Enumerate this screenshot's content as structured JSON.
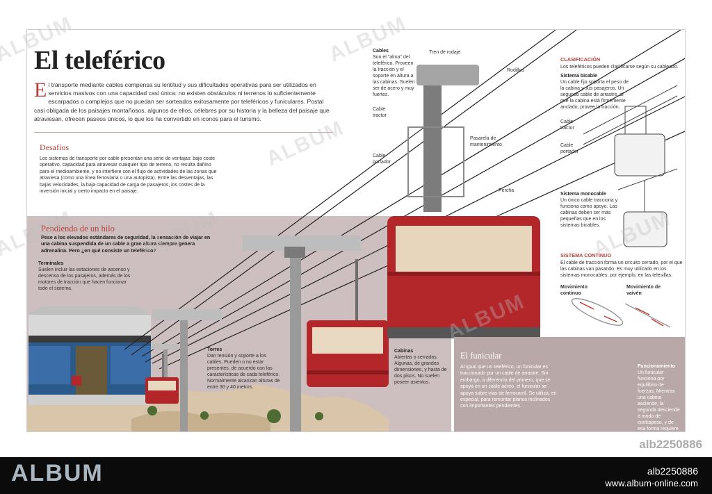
{
  "title": "El teleférico",
  "intro": {
    "dropcap": "E",
    "text": "l transporte mediante cables compensa su lentitud y sus dificultades operativas para ser utilizados en servicios masivos con una capacidad casi única: no existen obstáculos ni terrenos lo suficientemente escarpados o complejos que no puedan ser sorteados exitosamente por teleféricos y funiculares. Postal casi obligada de los paisajes montañosos, algunos de ellos, célebres por su historia y la belleza del paisaje que atraviesan, ofrecen paseos únicos, lo que los ha convertido en iconos para el turismo."
  },
  "desafios": {
    "heading": "Desafíos",
    "text": "Los sistemas de transporte por cable presentan una serie de ventajas: bajo coste operativo, capacidad para atravesar cualquier tipo de terreno, no resulta dañino para el medioambiente, y no interfiere con el flujo de actividades de las zonas que atraviesa (como una línea ferroviaria o una autopista). Entre las desventajas, las bajas velocidades, la baja capacidad de carga de pasajeros, los costes de la inversión inicial y cierto impacto en el paisaje."
  },
  "hilo": {
    "heading": "Pendiendo de un hilo",
    "text": "Pese a los elevados estándares de seguridad, la sensación de viajar en una cabina suspendida de un cable a gran altura siempre genera adrenalina. Pero ¿en qué consiste un teleférico?"
  },
  "labels": {
    "cables_title": "Cables",
    "cables_text": "Son el \"alma\" del teleférico. Proveen la tracción y el soporte en altura a las cabinas. Suelen ser de acero y muy fuertes.",
    "tren_rodaje": "Tren de rodaje",
    "rodillos": "Rodillos",
    "cable_tractor": "Cable tractor",
    "cable_portador": "Cable portador",
    "pasarela": "Pasarela de mantenimiento",
    "percha": "Percha",
    "terminales_title": "Terminales",
    "terminales_text": "Suelen incluir las estaciones de ascenso y descenso de los pasajeros, además de los motores de tracción que hacen funcionar todo el sistema.",
    "torres_title": "Torres",
    "torres_text": "Dan tensión y soporte a los cables. Pueden o no estar presentes, de acuerdo con las características de cada teleférico. Normalmente alcanzan alturas de entre 30 y 40 metros.",
    "cabinas_title": "Cabinas",
    "cabinas_text": "Abiertas o cerradas. Algunas, de grandes dimensiones, y hasta de dos pisos. No suelen poseer asientos."
  },
  "clasificacion": {
    "heading": "CLASIFICACIÓN",
    "text": "Los teleféricos pueden clasificarse según su cableado.",
    "bicable_title": "Sistema bicable",
    "bicable_text": "Un cable fijo soporta el peso de la cabina y sus pasajeros. Un segundo cable de arrastre, al que la cabina está firmemente anclado, provee la tracción.",
    "cable_tractor": "Cable tractor",
    "cable_portador": "Cable portador",
    "monocable_title": "Sistema monocable",
    "monocable_text": "Un único cable tracciona y funciona como apoyo. Las cabinas deben ser más pequeñas que en los sistemas bicables.",
    "continuo_title": "SISTEMA CONTINUO",
    "continuo_text": "El cable de tracción forma un circuito cerrado, por el que las cabinas van pasando. Es muy utilizado en los sistemas monocables, por ejemplo, en las telesillas.",
    "mov_continuo": "Movimiento continuo",
    "mov_vaiven": "Movimiento de vaivén"
  },
  "funicular": {
    "heading": "El funicular",
    "text": "Al igual que un teleférico, un funicular es traccionado por un cable de arrastre. Sin embargo, a diferencia del primero, que se apoya en un cable aéreo, el funicular se apoya sobre vías de ferrocarril. Se utiliza, en especial, para remontar planos inclinados con importantes pendientes.",
    "func_title": "Funcionamiento",
    "func_text": "Un funicular funciona por equilibrio de fuerzas. Mientras una cabina asciende, la segunda desciende a modo de contrapeso, y de esa forma requiere menor energía."
  },
  "branding": {
    "logo": "ALBUM",
    "watermark": "ALBUM",
    "image_id": "alb2250886",
    "image_id_small": "alb2250886",
    "site": "www.album-online.com"
  },
  "colors": {
    "accent": "#b5413a",
    "cabin_red": "#b3262a",
    "panel_mauve": "#cbbdbd"
  }
}
